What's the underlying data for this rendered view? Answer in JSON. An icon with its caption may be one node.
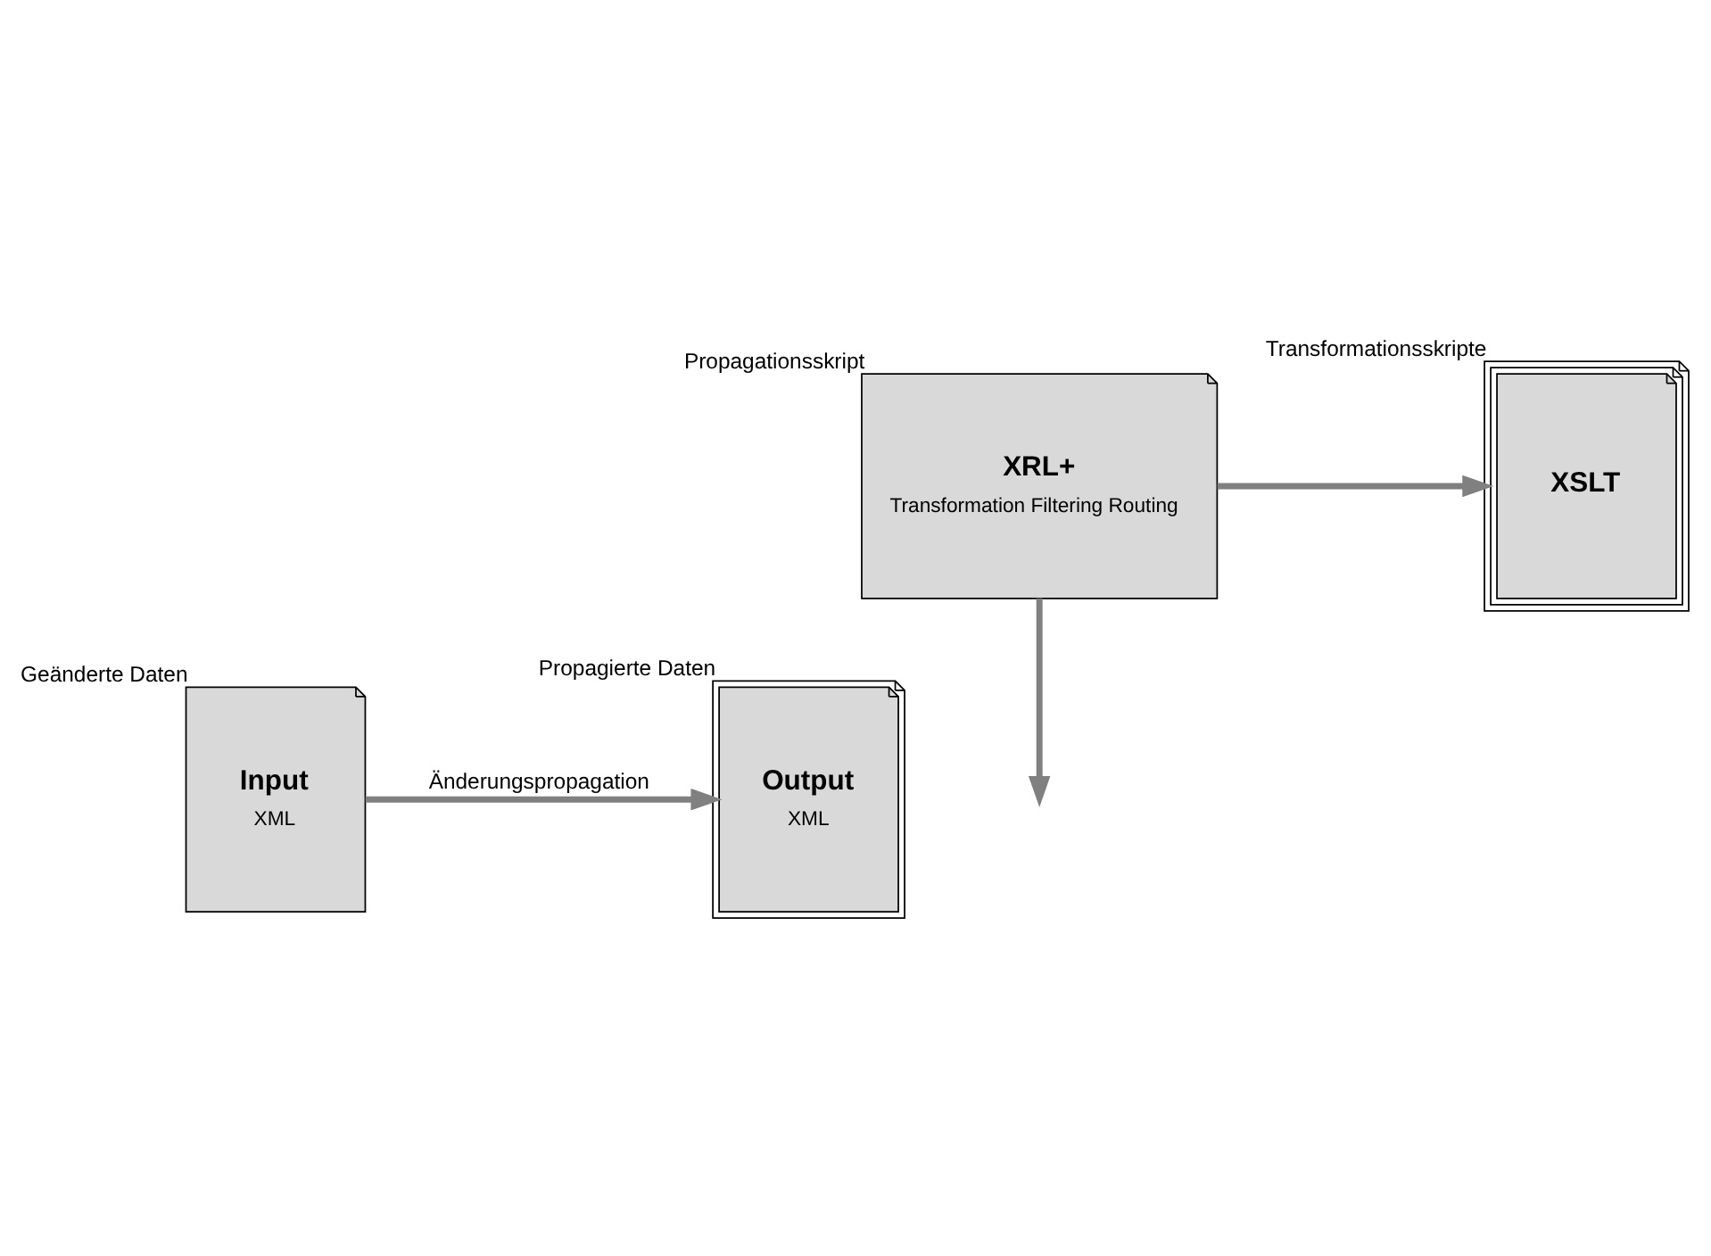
{
  "diagram": {
    "nodes": [
      {
        "text": [
          "Input",
          "XML"
        ],
        "beside": [
          "Geänderte Daten"
        ]
      },
      {
        "text": [
          "Output",
          "XML"
        ],
        "beside": [
          "Propagierte Daten"
        ]
      },
      {
        "text": [
          "XRL+",
          "Transformation Filtering Routing"
        ],
        "beside": [
          "Propagationsskript"
        ]
      },
      {
        "text": [
          "XSLT"
        ],
        "beside": [
          "Transformationsskripte"
        ]
      }
    ],
    "edges": [
      {
        "from": 0,
        "to": 1,
        "arrow": "to",
        "label": "Änderungspropagation"
      },
      {
        "from": 2,
        "to": null,
        "arrow": "to"
      },
      {
        "from": 2,
        "to": 3,
        "arrow": "to"
      }
    ]
  }
}
